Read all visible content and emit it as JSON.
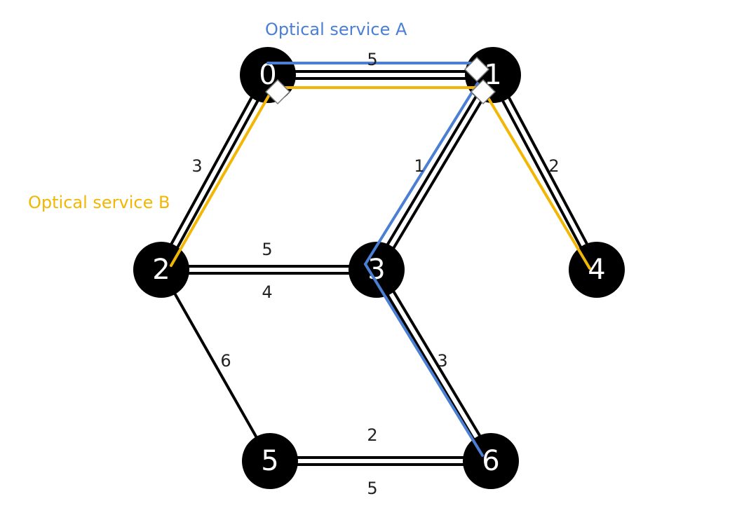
{
  "legend": {
    "service_a": "Optical service A",
    "service_b": "Optical service B"
  },
  "colors": {
    "service_a": "#4a7fd4",
    "service_b": "#f2b705",
    "link": "#000000",
    "node": "#000000",
    "node_text": "#ffffff",
    "label": "#222222"
  },
  "nodes": [
    {
      "id": "0",
      "label": "0"
    },
    {
      "id": "1",
      "label": "1"
    },
    {
      "id": "2",
      "label": "2"
    },
    {
      "id": "3",
      "label": "3"
    },
    {
      "id": "4",
      "label": "4"
    },
    {
      "id": "5",
      "label": "5"
    },
    {
      "id": "6",
      "label": "6"
    }
  ],
  "links": [
    {
      "from": "0",
      "to": "1",
      "weights": [
        "5"
      ]
    },
    {
      "from": "0",
      "to": "2",
      "weights": [
        "3"
      ]
    },
    {
      "from": "1",
      "to": "3",
      "weights": [
        "1"
      ]
    },
    {
      "from": "1",
      "to": "4",
      "weights": [
        "2"
      ]
    },
    {
      "from": "2",
      "to": "3",
      "weights": [
        "5",
        "4"
      ]
    },
    {
      "from": "2",
      "to": "5",
      "weights": [
        "6"
      ]
    },
    {
      "from": "3",
      "to": "6",
      "weights": [
        "3"
      ]
    },
    {
      "from": "5",
      "to": "6",
      "weights": [
        "2",
        "5"
      ]
    }
  ],
  "services": [
    {
      "name": "Optical service A",
      "color_key": "service_a",
      "path": [
        "0",
        "1",
        "3",
        "6"
      ]
    },
    {
      "name": "Optical service B",
      "color_key": "service_b",
      "path": [
        "2",
        "0",
        "1",
        "4"
      ]
    }
  ]
}
